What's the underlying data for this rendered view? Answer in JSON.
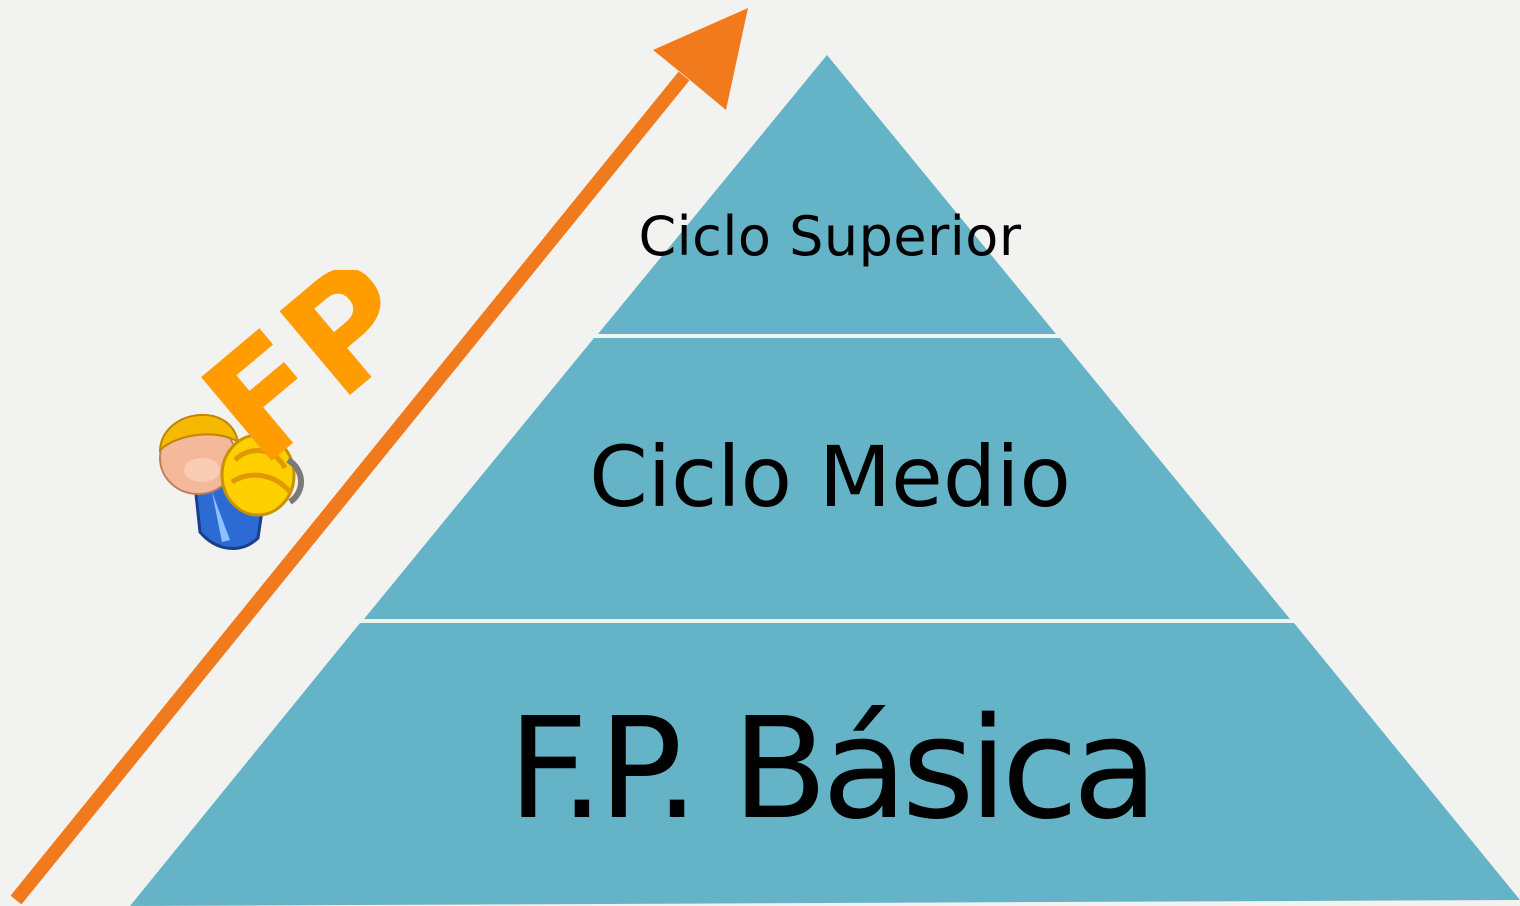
{
  "pyramid": {
    "tiers": [
      {
        "label": "Ciclo Superior"
      },
      {
        "label": "Ciclo Medio"
      },
      {
        "label": "F.P. Básica"
      }
    ],
    "fill_color": "#65b3c7",
    "divider_color": "#ffffff"
  },
  "progress_arrow": {
    "color": "#f07a1c"
  },
  "logo": {
    "text": "FP",
    "text_color": "#ff9c00",
    "icon": "worker-with-hardhat-icon"
  }
}
